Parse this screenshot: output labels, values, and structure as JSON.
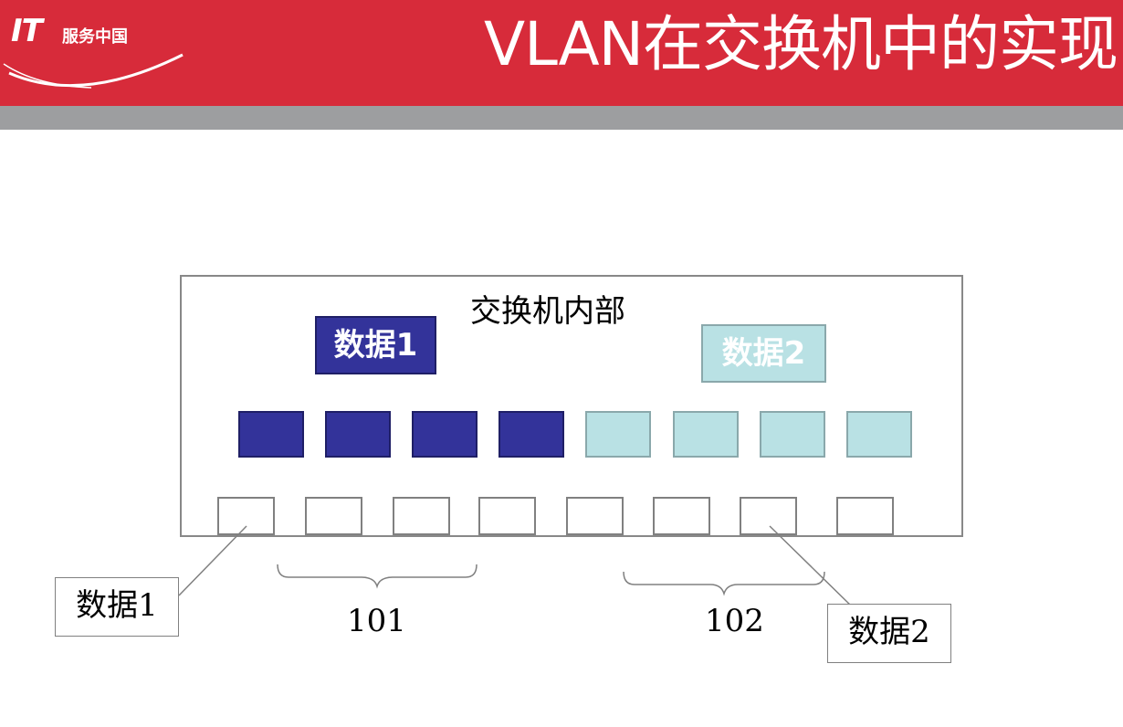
{
  "header": {
    "logo_mark": "IT",
    "logo_tagline": "服务中国",
    "title": "VLAN在交换机中的实现",
    "colors": {
      "banner": "#d72b3a",
      "stripe": "#9d9ea0"
    }
  },
  "diagram": {
    "switch_label": "交换机内部",
    "data_box_1": "数据1",
    "data_box_2": "数据2",
    "vlan_blocks": [
      {
        "vlan": "101",
        "color": "#33339a"
      },
      {
        "vlan": "101",
        "color": "#33339a"
      },
      {
        "vlan": "101",
        "color": "#33339a"
      },
      {
        "vlan": "101",
        "color": "#33339a"
      },
      {
        "vlan": "102",
        "color": "#b9e1e4"
      },
      {
        "vlan": "102",
        "color": "#b9e1e4"
      },
      {
        "vlan": "102",
        "color": "#b9e1e4"
      },
      {
        "vlan": "102",
        "color": "#b9e1e4"
      }
    ],
    "port_count": 8,
    "callout_data_1": "数据1",
    "callout_data_2": "数据2",
    "vlan_101": "101",
    "vlan_102": "102"
  }
}
